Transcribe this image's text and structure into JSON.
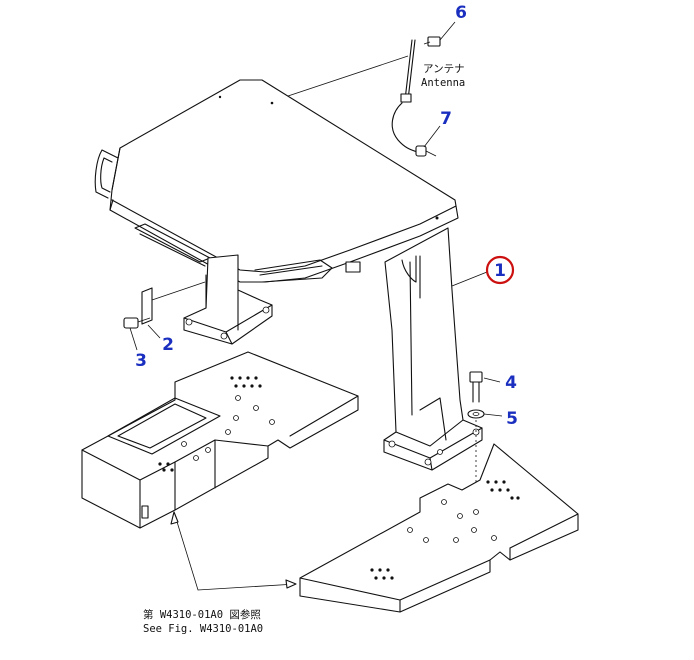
{
  "callouts": [
    {
      "id": "1",
      "label": "1",
      "circled": true,
      "color": "#cc1010"
    },
    {
      "id": "2",
      "label": "2"
    },
    {
      "id": "3",
      "label": "3"
    },
    {
      "id": "4",
      "label": "4"
    },
    {
      "id": "5",
      "label": "5"
    },
    {
      "id": "6",
      "label": "6"
    },
    {
      "id": "7",
      "label": "7"
    }
  ],
  "antenna_label": {
    "jp": "アンテナ",
    "en": "Antenna"
  },
  "reference_note": {
    "jp": "第 W4310-01A0 図参照",
    "en": "See Fig. W4310-01A0"
  },
  "colors": {
    "callout": "#1a2fbf",
    "highlight_circle": "#cc1010",
    "line": "#111111"
  }
}
